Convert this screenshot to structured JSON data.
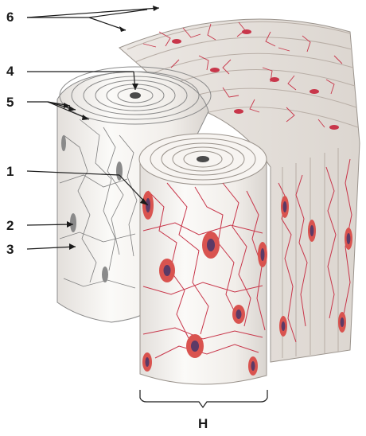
{
  "labels": {
    "l1": "1",
    "l2": "2",
    "l3": "3",
    "l4": "4",
    "l5": "5",
    "l6": "6"
  },
  "caption": "H",
  "colors": {
    "stain_red": "#c8364a",
    "cell_red": "#d9534f",
    "nucleus": "#5b3a66",
    "unstained_line": "#8a8a8a",
    "bone_fill": "#f4f1ee",
    "label_text": "#1a1a1a"
  }
}
